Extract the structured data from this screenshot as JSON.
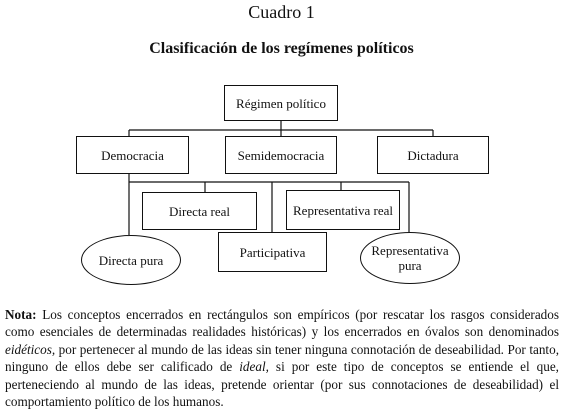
{
  "caption": "Cuadro 1",
  "title": "Clasificación de los regímenes políticos",
  "nodes": {
    "root": "Régimen político",
    "democracia": "Democracia",
    "semidemocracia": "Semidemocracia",
    "dictadura": "Dictadura",
    "directa_real": "Directa real",
    "representativa_real": "Representativa real",
    "participativa": "Participativa",
    "directa_pura": "Directa pura",
    "representativa_pura_1": "Representativa",
    "representativa_pura_2": "pura"
  },
  "note": {
    "label": "Nota:",
    "t1": " Los conceptos encerrados en rectángulos son empíricos (por rescatar los rasgos con­siderados como esenciales de determinadas realidades históricas) y los encerrados en óvalos son denominados ",
    "t2": "eidéticos,",
    "t3": " por pertenecer al mundo de las ideas sin tener ninguna connota­ción de deseabilidad. Por tanto, ninguno de ellos debe ser calificado de ",
    "t4": "ideal,",
    "t5": " si por este tipo de conceptos se entiende el que, perteneciendo al mundo de las ideas, pretende orientar (por sus connotaciones de deseabilidad) el comportamiento político de los humanos."
  }
}
